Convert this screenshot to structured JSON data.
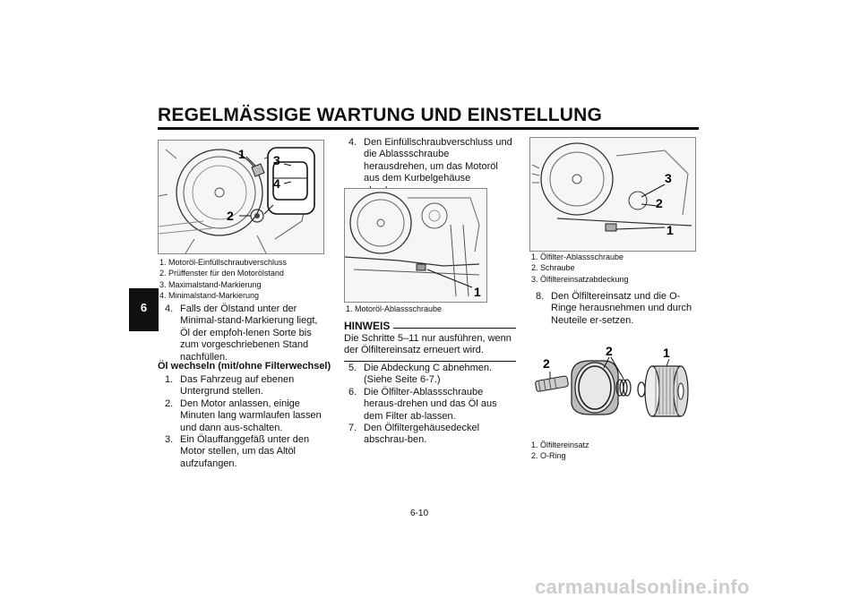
{
  "header": {
    "title": "REGELMÄSSIGE WARTUNG UND EINSTELLUNG"
  },
  "chapter_tab": "6",
  "page_number": "6-10",
  "watermark": "carmanualsonline.info",
  "col1": {
    "figure_callouts": [
      "1",
      "3",
      "4",
      "2"
    ],
    "captions": [
      "1.  Motoröl-Einfüllschraubverschluss",
      "2.  Prüffenster für den Motorölstand",
      "3.  Maximalstand-Markierung",
      "4.  Minimalstand-Markierung"
    ],
    "step4": {
      "num": "4.",
      "text": "Falls der Ölstand unter der Minimal-stand-Markierung liegt, Öl der empfoh-lenen Sorte bis zum vorgeschriebenen Stand nachfüllen."
    },
    "section_title": "Öl wechseln (mit/ohne Filterwechsel)",
    "steps": [
      {
        "num": "1.",
        "text": "Das Fahrzeug auf ebenen Untergrund stellen."
      },
      {
        "num": "2.",
        "text": "Den Motor anlassen, einige Minuten lang warmlaufen lassen und dann aus-schalten."
      },
      {
        "num": "3.",
        "text": "Ein Ölauffanggefäß unter den Motor stellen, um das Altöl aufzufangen."
      }
    ]
  },
  "col2": {
    "step4": {
      "num": "4.",
      "text": "Den Einfüllschraubverschluss und die Ablassschraube herausdrehen, um das Motoröl aus dem Kurbelgehäuse abzulassen."
    },
    "figure_callouts": [
      "1"
    ],
    "captions": [
      "1.  Motoröl-Ablassschraube"
    ],
    "hinweis": {
      "title": "HINWEIS",
      "text": "Die Schritte 5–11 nur ausführen, wenn der Ölfiltereinsatz erneuert wird."
    },
    "steps": [
      {
        "num": "5.",
        "text": "Die Abdeckung C abnehmen. (Siehe Seite 6-7.)"
      },
      {
        "num": "6.",
        "text": "Die Ölfilter-Ablassschraube heraus-drehen und das Öl aus dem Filter ab-lassen."
      },
      {
        "num": "7.",
        "text": "Den Ölfiltergehäusedeckel abschrau-ben."
      }
    ]
  },
  "col3": {
    "figure1_callouts": [
      "3",
      "2",
      "1"
    ],
    "captions1": [
      "1.  Ölfilter-Ablassschraube",
      "2.  Schraube",
      "3.  Ölfiltereinsatzabdeckung"
    ],
    "step8": {
      "num": "8.",
      "text": "Den Ölfiltereinsatz und die O-Ringe herausnehmen und durch Neuteile er-setzen."
    },
    "figure2_callouts": [
      "2",
      "2",
      "1"
    ],
    "captions2": [
      "1.  Ölfiltereinsatz",
      "2.  O-Ring"
    ]
  }
}
